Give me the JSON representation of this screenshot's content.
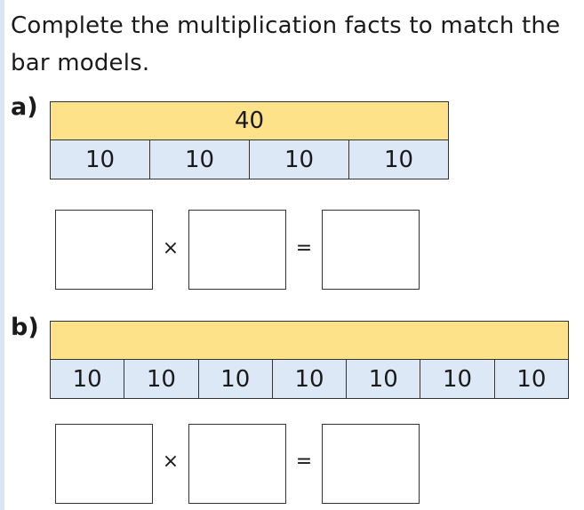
{
  "instruction": "Complete the multiplication facts to match the bar models.",
  "parts": [
    {
      "label": "a)",
      "whole": "40",
      "cells": [
        "10",
        "10",
        "10",
        "10"
      ],
      "operator_times": "×",
      "operator_equals": "="
    },
    {
      "label": "b)",
      "whole": "",
      "cells": [
        "10",
        "10",
        "10",
        "10",
        "10",
        "10",
        "10"
      ],
      "operator_times": "×",
      "operator_equals": "="
    }
  ],
  "colors": {
    "whole_fill": "#fde289",
    "part_fill": "#dde8f7",
    "border": "#333333"
  }
}
